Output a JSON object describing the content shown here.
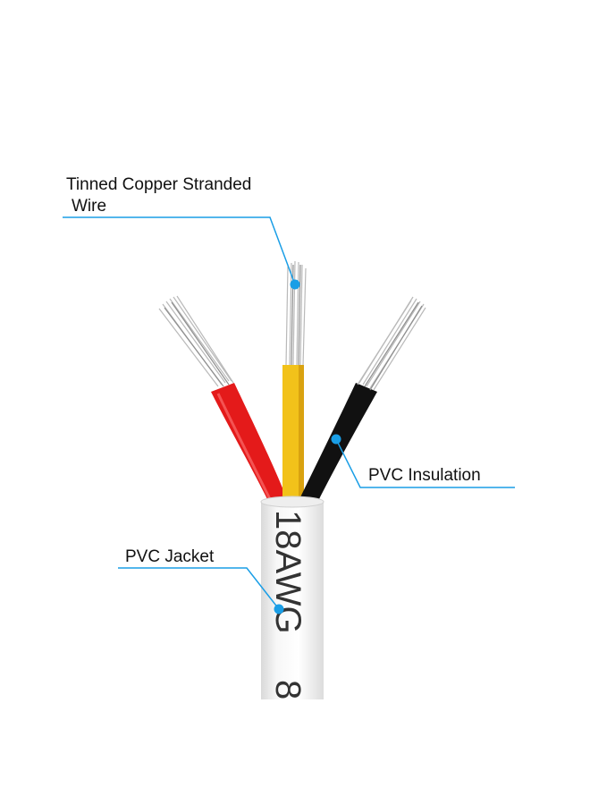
{
  "labels": {
    "stranded_wire_line1": "Tinned Copper Stranded",
    "stranded_wire_line2": "Wire",
    "insulation": "PVC Insulation",
    "jacket": "PVC Jacket"
  },
  "jacket_print": {
    "gauge": "18AWG",
    "trailing": "8"
  },
  "colors": {
    "callout": "#1a9ee6",
    "jacket": "#f2f2f2",
    "red_wire": "#e41a1a",
    "yellow_wire": "#f2c21a",
    "black_wire": "#111111",
    "strands": "#b9b9b9"
  },
  "wires": [
    {
      "name": "red",
      "color": "#e41a1a"
    },
    {
      "name": "yellow",
      "color": "#f2c21a"
    },
    {
      "name": "black",
      "color": "#111111"
    }
  ]
}
